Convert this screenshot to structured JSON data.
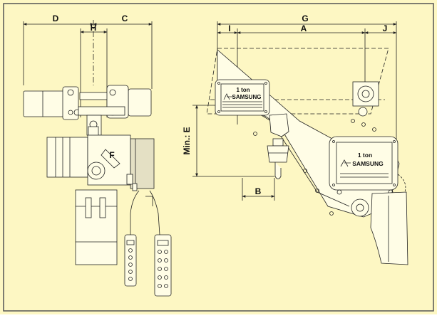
{
  "colors": {
    "background": "#fdf7c3",
    "frame": "#555555",
    "line": "#222222",
    "body_fill": "#fffde6",
    "shade": "#e4e0c4"
  },
  "dimensions": {
    "D": "D",
    "C": "C",
    "H": "H",
    "F": "F",
    "G": "G",
    "I": "I",
    "A": "A",
    "J": "J",
    "B": "B",
    "E": "Min.: E"
  },
  "nameplates": [
    {
      "capacity": "1 ton",
      "brand": "SAMSUNG"
    },
    {
      "capacity": "1 ton",
      "brand": "SAMSUNG"
    }
  ],
  "icons": [
    "samsung-logo-icon",
    "hook-icon",
    "pendant-button-icon"
  ]
}
